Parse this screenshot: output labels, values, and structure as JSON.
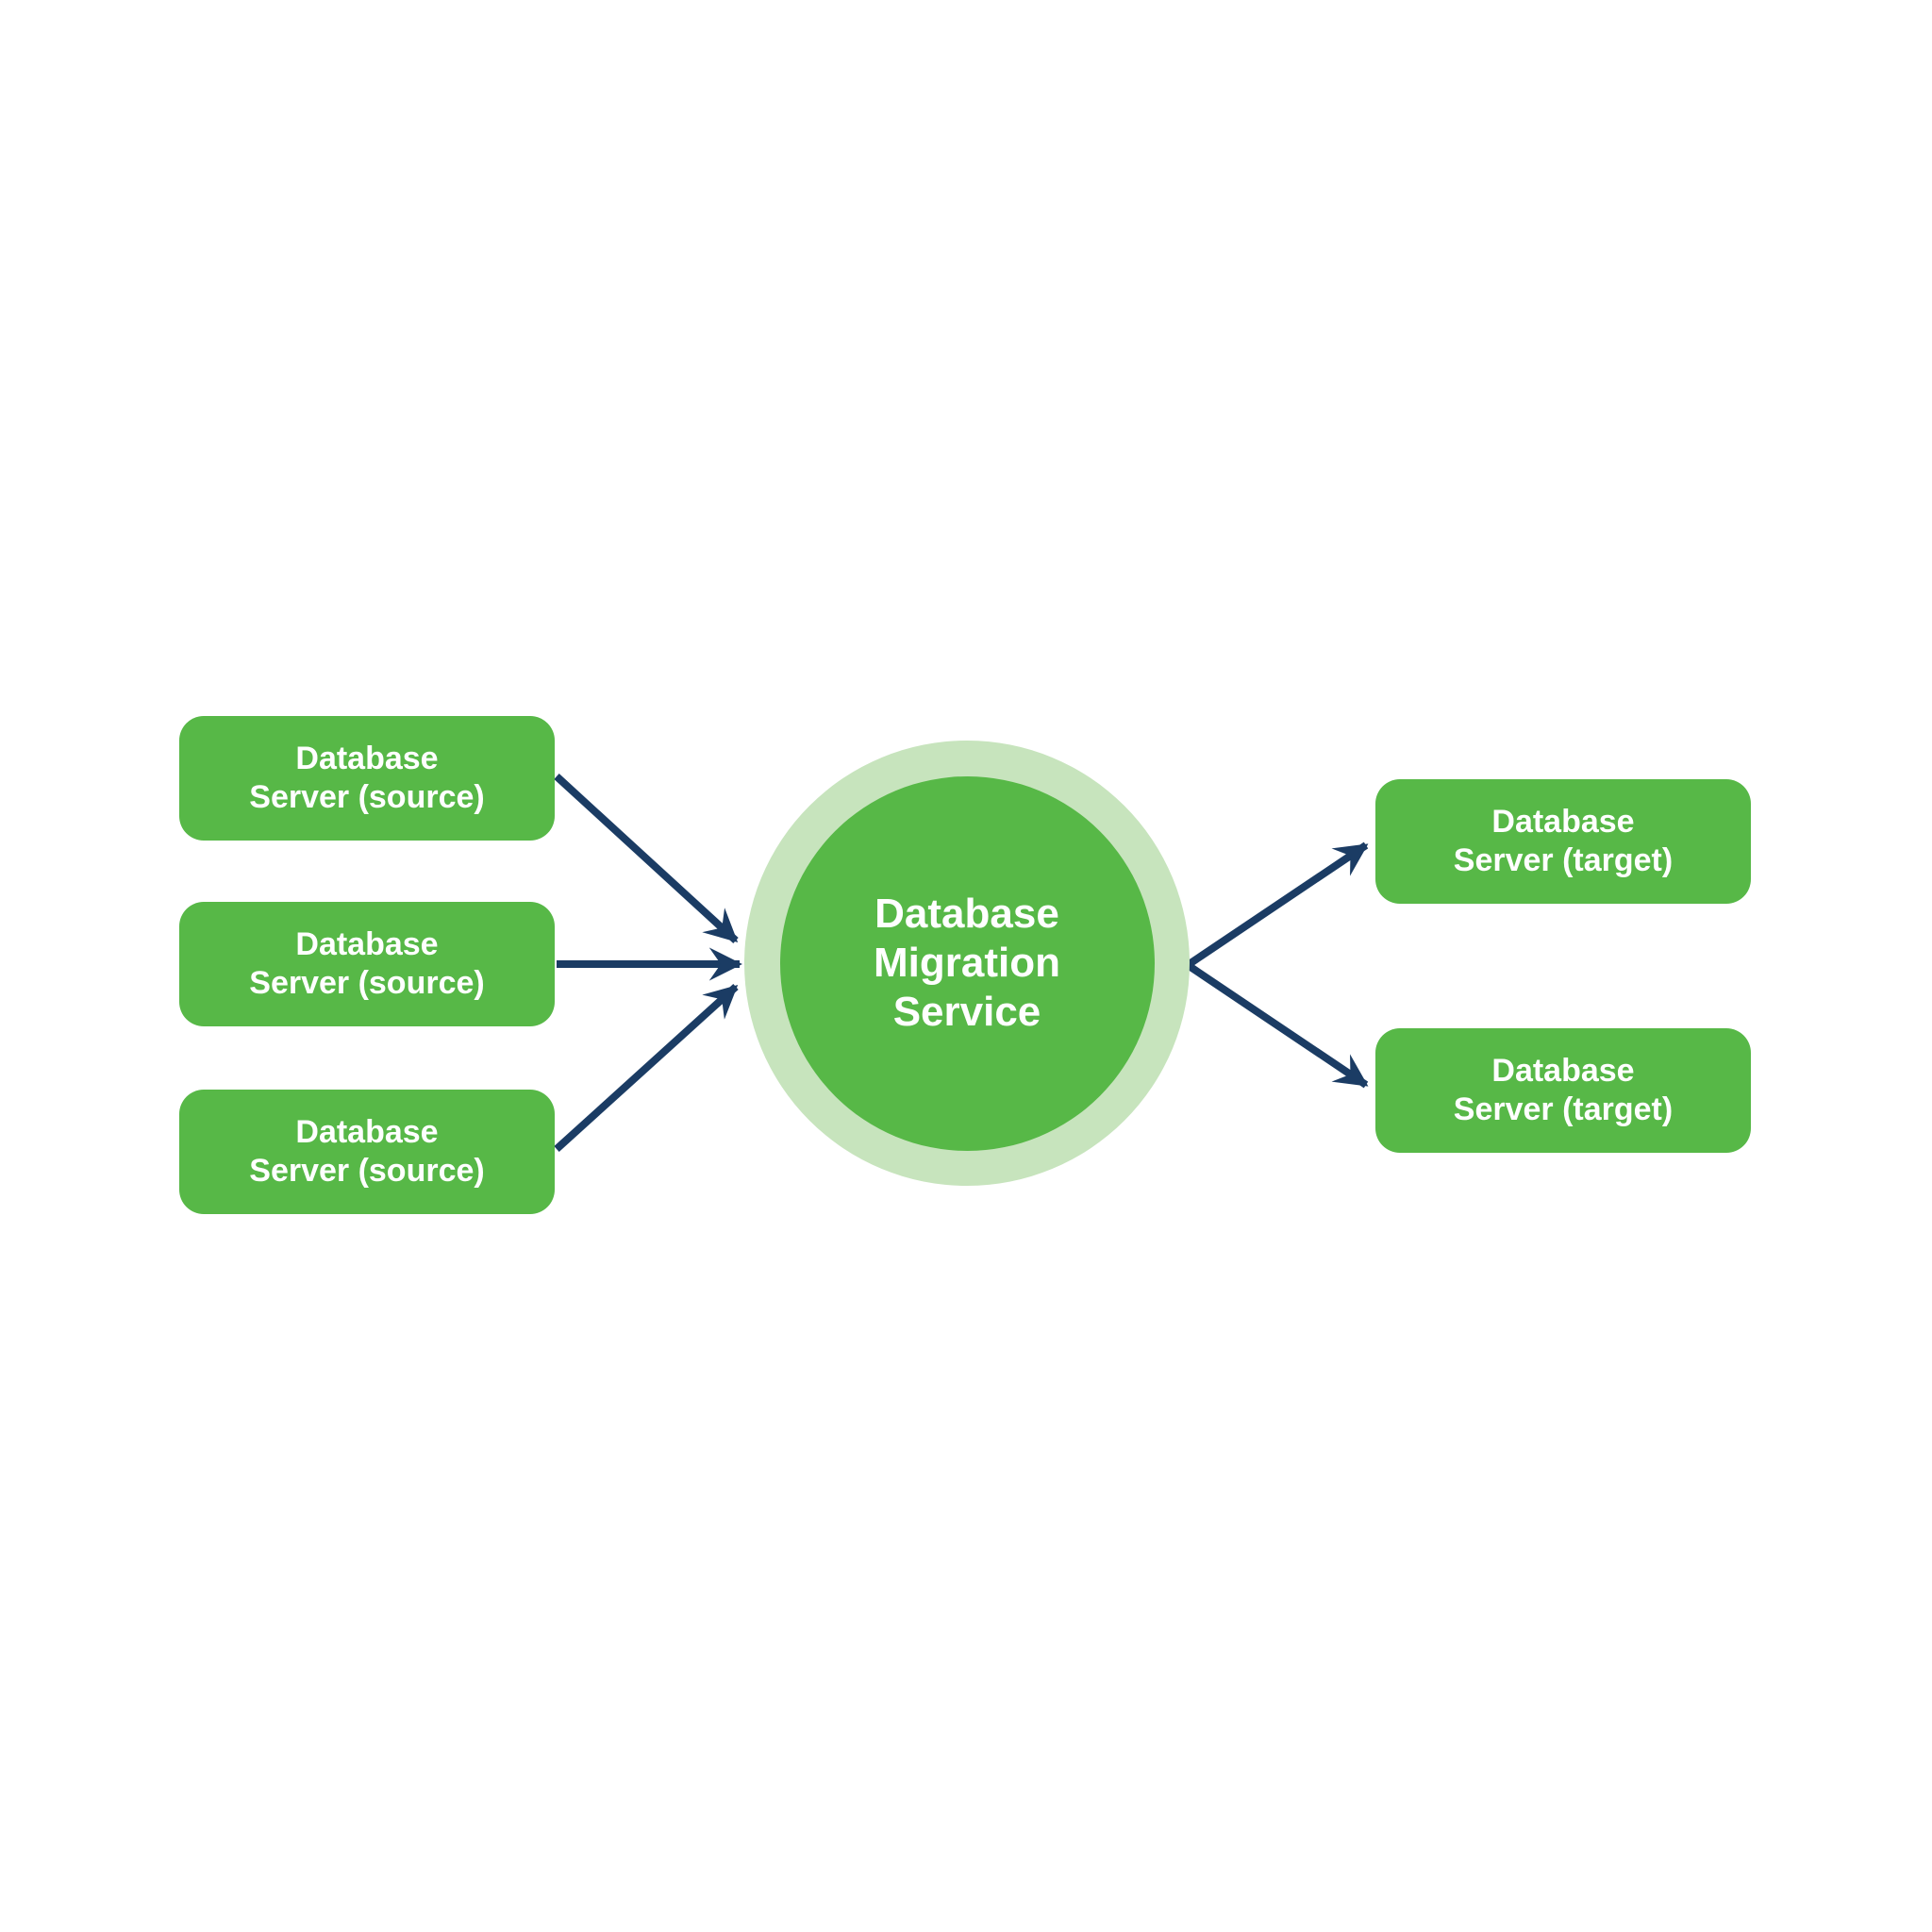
{
  "diagram": {
    "type": "database-migration-flow",
    "center_node": {
      "label": "Database\nMigration\nService"
    },
    "source_nodes": [
      {
        "label": "Database\nServer (source)"
      },
      {
        "label": "Database\nServer (source)"
      },
      {
        "label": "Database\nServer (source)"
      }
    ],
    "target_nodes": [
      {
        "label": "Database\nServer (target)"
      },
      {
        "label": "Database\nServer (target)"
      }
    ],
    "colors": {
      "node_green": "#57B847",
      "halo_green": "#C7E4BD",
      "arrow_navy": "#1B3C64",
      "label_white": "#FFFFFF",
      "background": "#FFFFFF"
    }
  }
}
